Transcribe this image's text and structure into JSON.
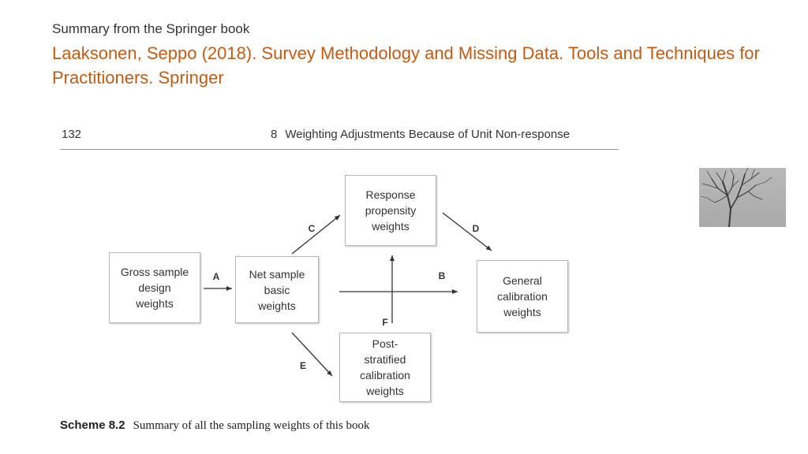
{
  "header": {
    "subtitle": "Summary from the Springer book",
    "title": "Laaksonen, Seppo (2018). Survey Methodology and Missing Data. Tools and Techniques for Practitioners. Springer"
  },
  "book_page": {
    "page_number": "132",
    "chapter_number": "8",
    "chapter_title": "Weighting Adjustments Because of Unit Non-response"
  },
  "diagram": {
    "boxes": {
      "gross_sample": "Gross sample\ndesign\nweights",
      "net_sample": "Net sample\nbasic\nweights",
      "response_propensity": "Response\npropensity\nweights",
      "post_stratified": "Post-\nstratified\ncalibration\nweights",
      "general_calibration": "General\ncalibration\nweights"
    },
    "arrow_labels": {
      "a": "A",
      "b": "B",
      "c": "C",
      "d": "D",
      "e": "E",
      "f": "F"
    }
  },
  "caption": {
    "label": "Scheme 8.2",
    "text": "Summary of all the sampling weights of this book"
  },
  "photo": {
    "subject": "bare-tree-thumbnail"
  }
}
